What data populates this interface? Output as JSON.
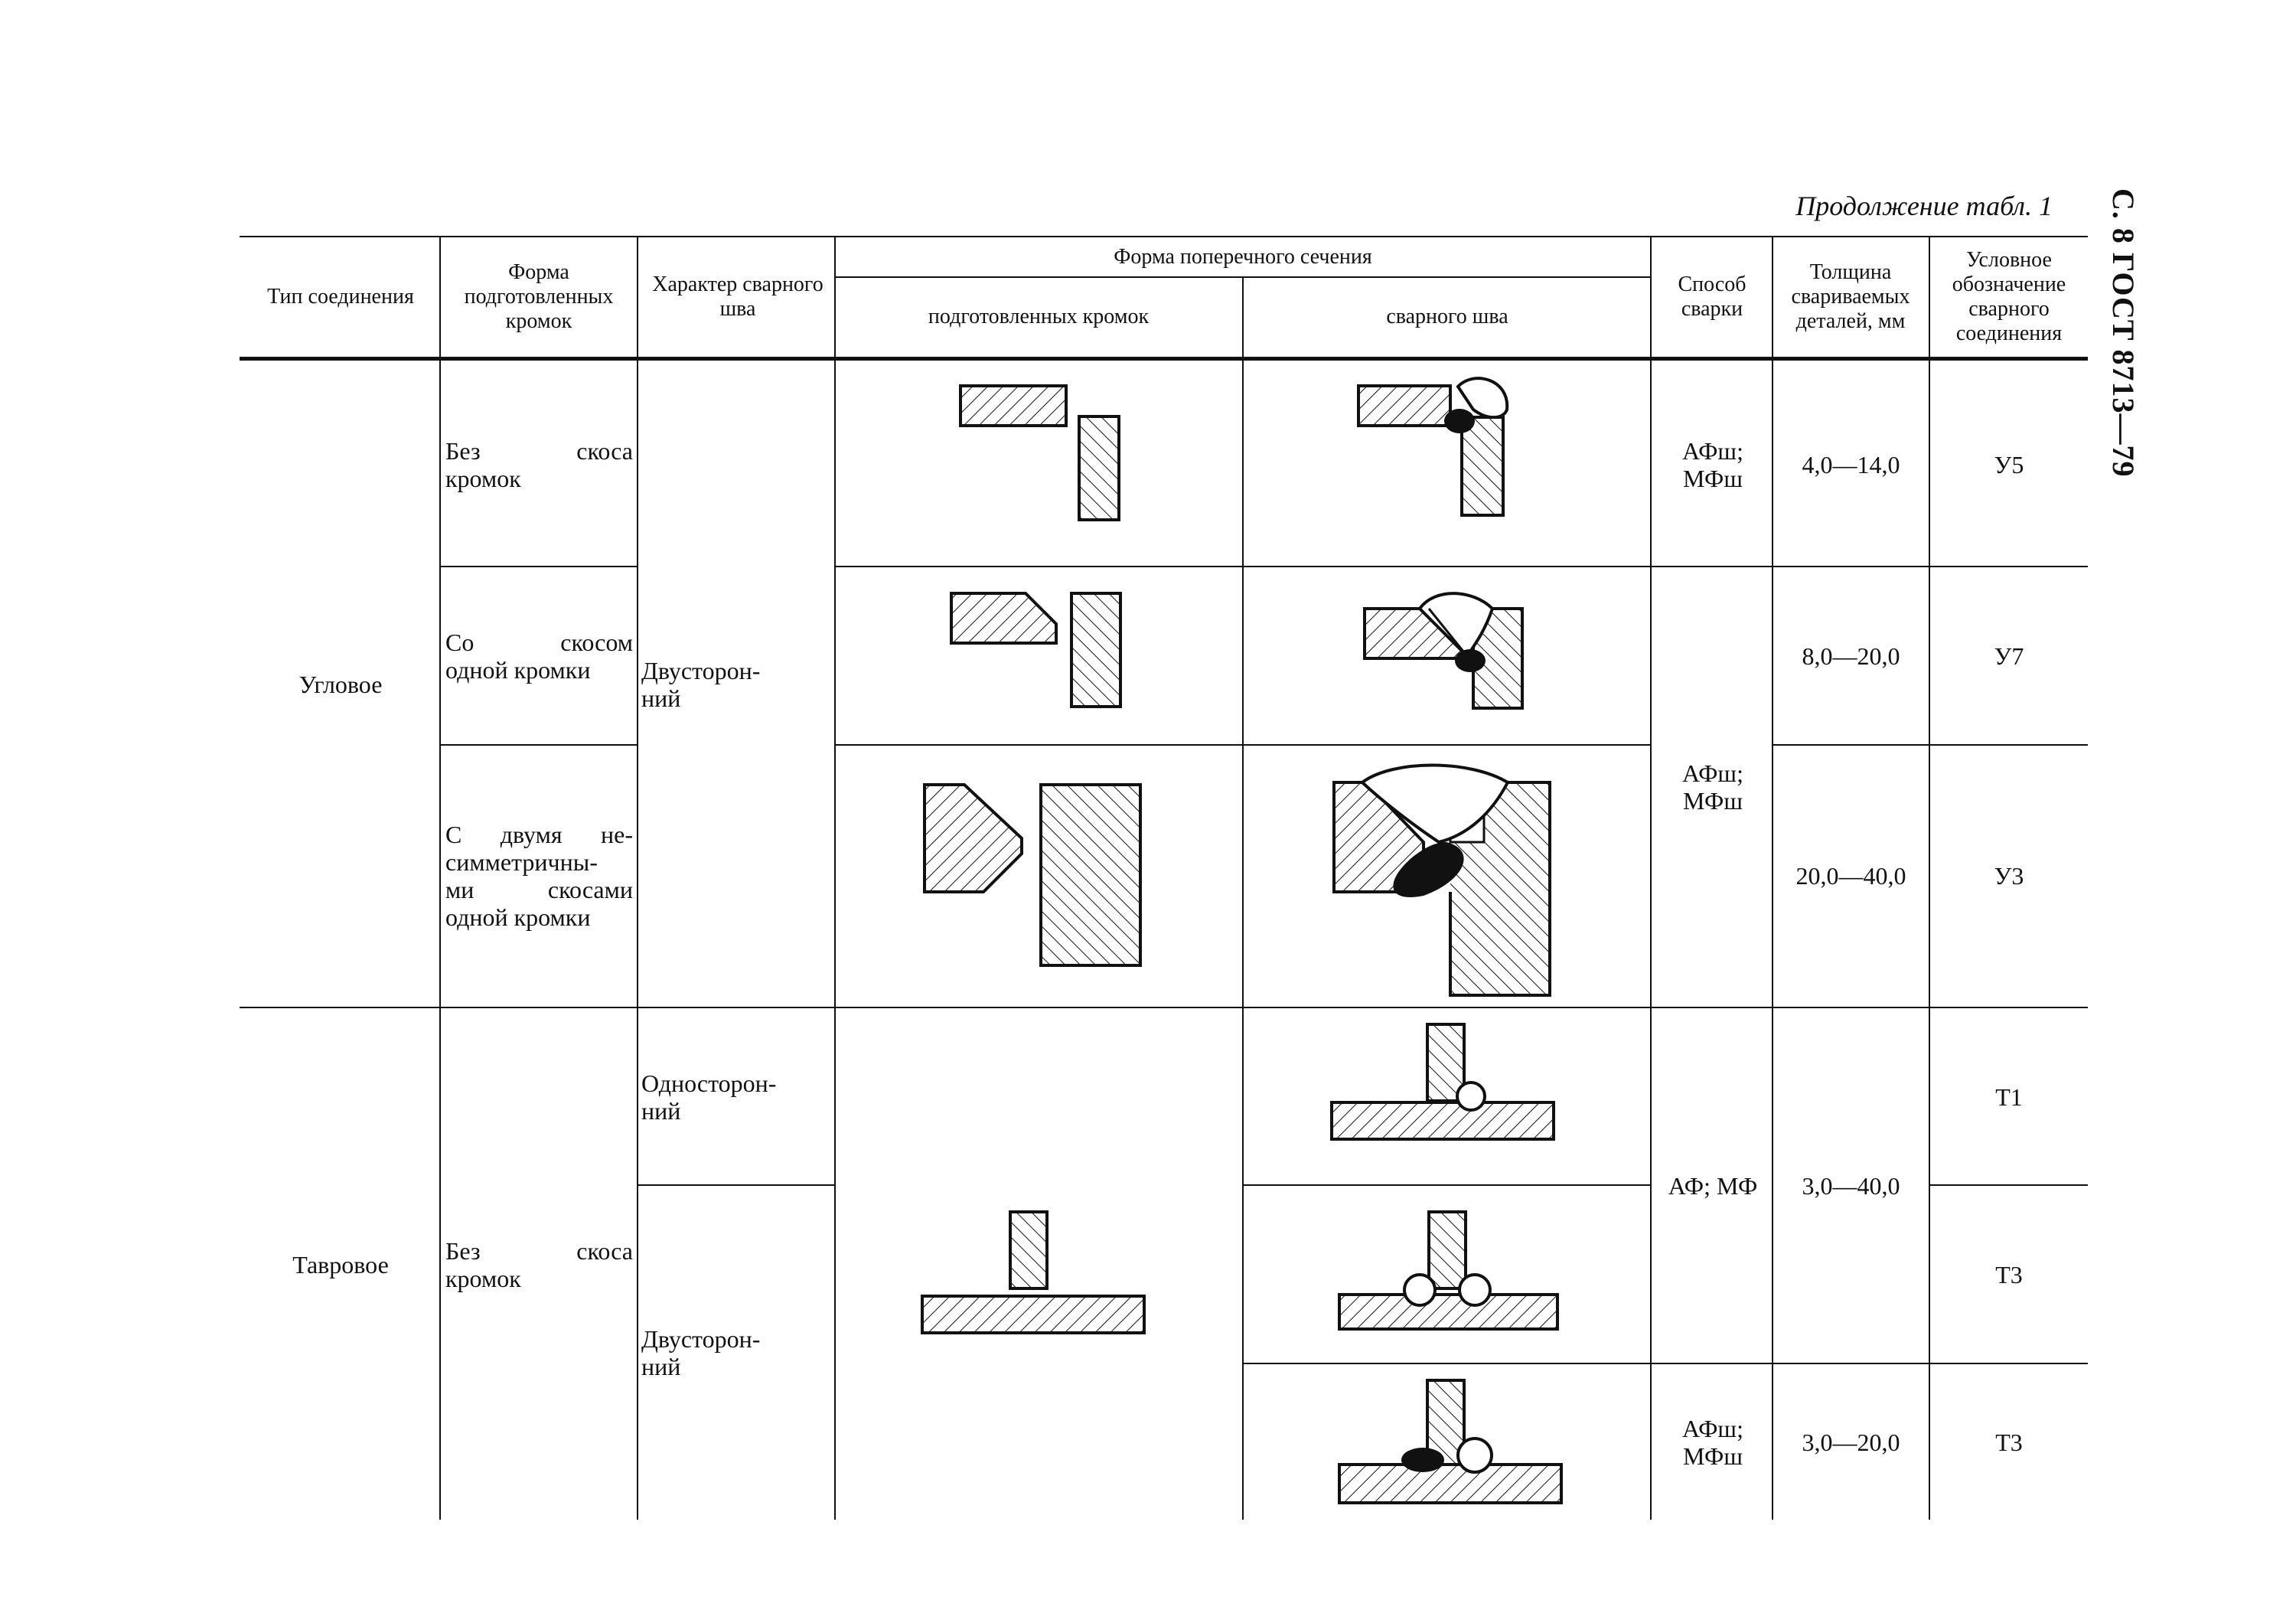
{
  "page": {
    "continuation": "Продолжение табл. 1",
    "side_header": "С. 8 ГОСТ 8713—79"
  },
  "table": {
    "headers": {
      "joint_type": "Тип соединения",
      "edge_shape": "Форма подготовленных кромок",
      "weld_character": "Характер сварного шва",
      "cross_section": "Форма поперечного сечения",
      "prepared_edges": "подготовленных кромок",
      "weld_seam": "сварного шва",
      "welding_method": "Способ сварки",
      "thickness": "Толщина свариваемых деталей, мм",
      "designation": "Условное обозначение сварного соединения"
    },
    "groups": [
      {
        "joint_type": "Угловое",
        "weld_character": "Двусторонний",
        "rows": [
          {
            "edge_shape": "Без скоса кромок",
            "method": "АФш; МФш",
            "thickness": "4,0—14,0",
            "code": "У5"
          },
          {
            "edge_shape": "Со скосом одной кромки",
            "method": "",
            "thickness": "8,0—20,0",
            "code": "У7"
          },
          {
            "edge_shape": "С двумя несимметричными скосами одной кромки",
            "method": "АФш; МФш",
            "thickness": "20,0—40,0",
            "code": "У3"
          }
        ]
      },
      {
        "joint_type": "Тавровое",
        "edge_shape": "Без скоса кромок",
        "rows": [
          {
            "weld_character": "Односторонний",
            "method": "АФ; МФ",
            "thickness": "3,0—40,0",
            "code": "Т1"
          },
          {
            "weld_character": "Двусторонний",
            "code": "Т3"
          },
          {
            "method": "АФш; МФш",
            "thickness": "3,0—20,0",
            "code": "Т3"
          }
        ]
      }
    ]
  },
  "cell_text": {
    "edge_u5": [
      "Без скоса",
      "кромок"
    ],
    "edge_u7": [
      "Со скосом",
      "одной кромки"
    ],
    "edge_u3": [
      "С двумя не-",
      "симметричны-",
      "ми скосами",
      "одной кромки"
    ],
    "edge_t": [
      "Без скоса",
      "кромок"
    ],
    "char_double_1": [
      "Двусторон-",
      "ний"
    ],
    "char_single": [
      "Односторон-",
      "ний"
    ],
    "char_double_2": [
      "Двусторон-",
      "ний"
    ]
  }
}
